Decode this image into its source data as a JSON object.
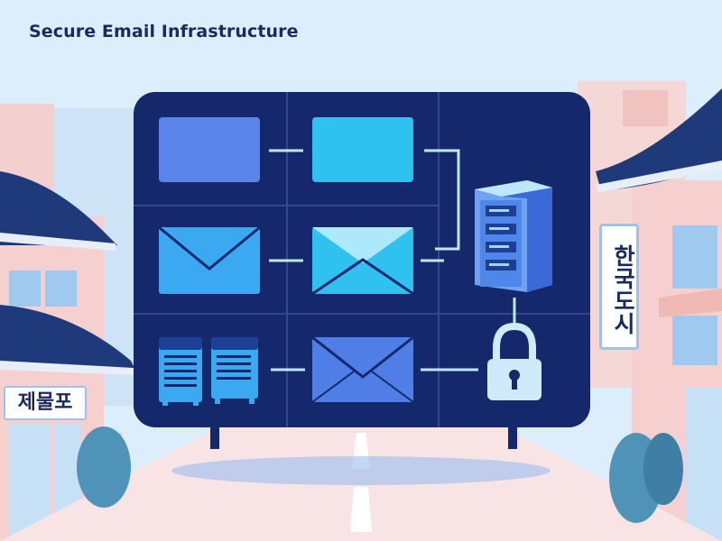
{
  "title": "Secure Email Infrastructure",
  "signs": {
    "left": "제물포",
    "right": "한국도시"
  },
  "colors": {
    "board": "#14286b",
    "sky": "#dceefc",
    "accent_cyan": "#29c4f2",
    "accent_blue": "#4f7fe6",
    "roof": "#1f3a7a",
    "building": "#f6cfcf"
  },
  "diagram": {
    "nodes": [
      {
        "id": "panel-1",
        "type": "panel",
        "color": "#5a84ea"
      },
      {
        "id": "panel-2",
        "type": "panel",
        "color": "#2fc2f0"
      },
      {
        "id": "envelope-1",
        "type": "envelope",
        "color": "#3ba8f2"
      },
      {
        "id": "envelope-2",
        "type": "open-envelope",
        "color": "#2fc2f0"
      },
      {
        "id": "server",
        "type": "server-icon"
      },
      {
        "id": "documents",
        "type": "document-icons"
      },
      {
        "id": "envelope-3",
        "type": "envelope",
        "color": "#4f7fe6"
      },
      {
        "id": "lock",
        "type": "lock-icon"
      }
    ],
    "links": [
      [
        "panel-1",
        "panel-2"
      ],
      [
        "panel-2",
        "server"
      ],
      [
        "envelope-1",
        "envelope-2"
      ],
      [
        "envelope-2",
        "server"
      ],
      [
        "server",
        "lock"
      ],
      [
        "documents",
        "envelope-3"
      ],
      [
        "envelope-3",
        "lock"
      ]
    ]
  }
}
